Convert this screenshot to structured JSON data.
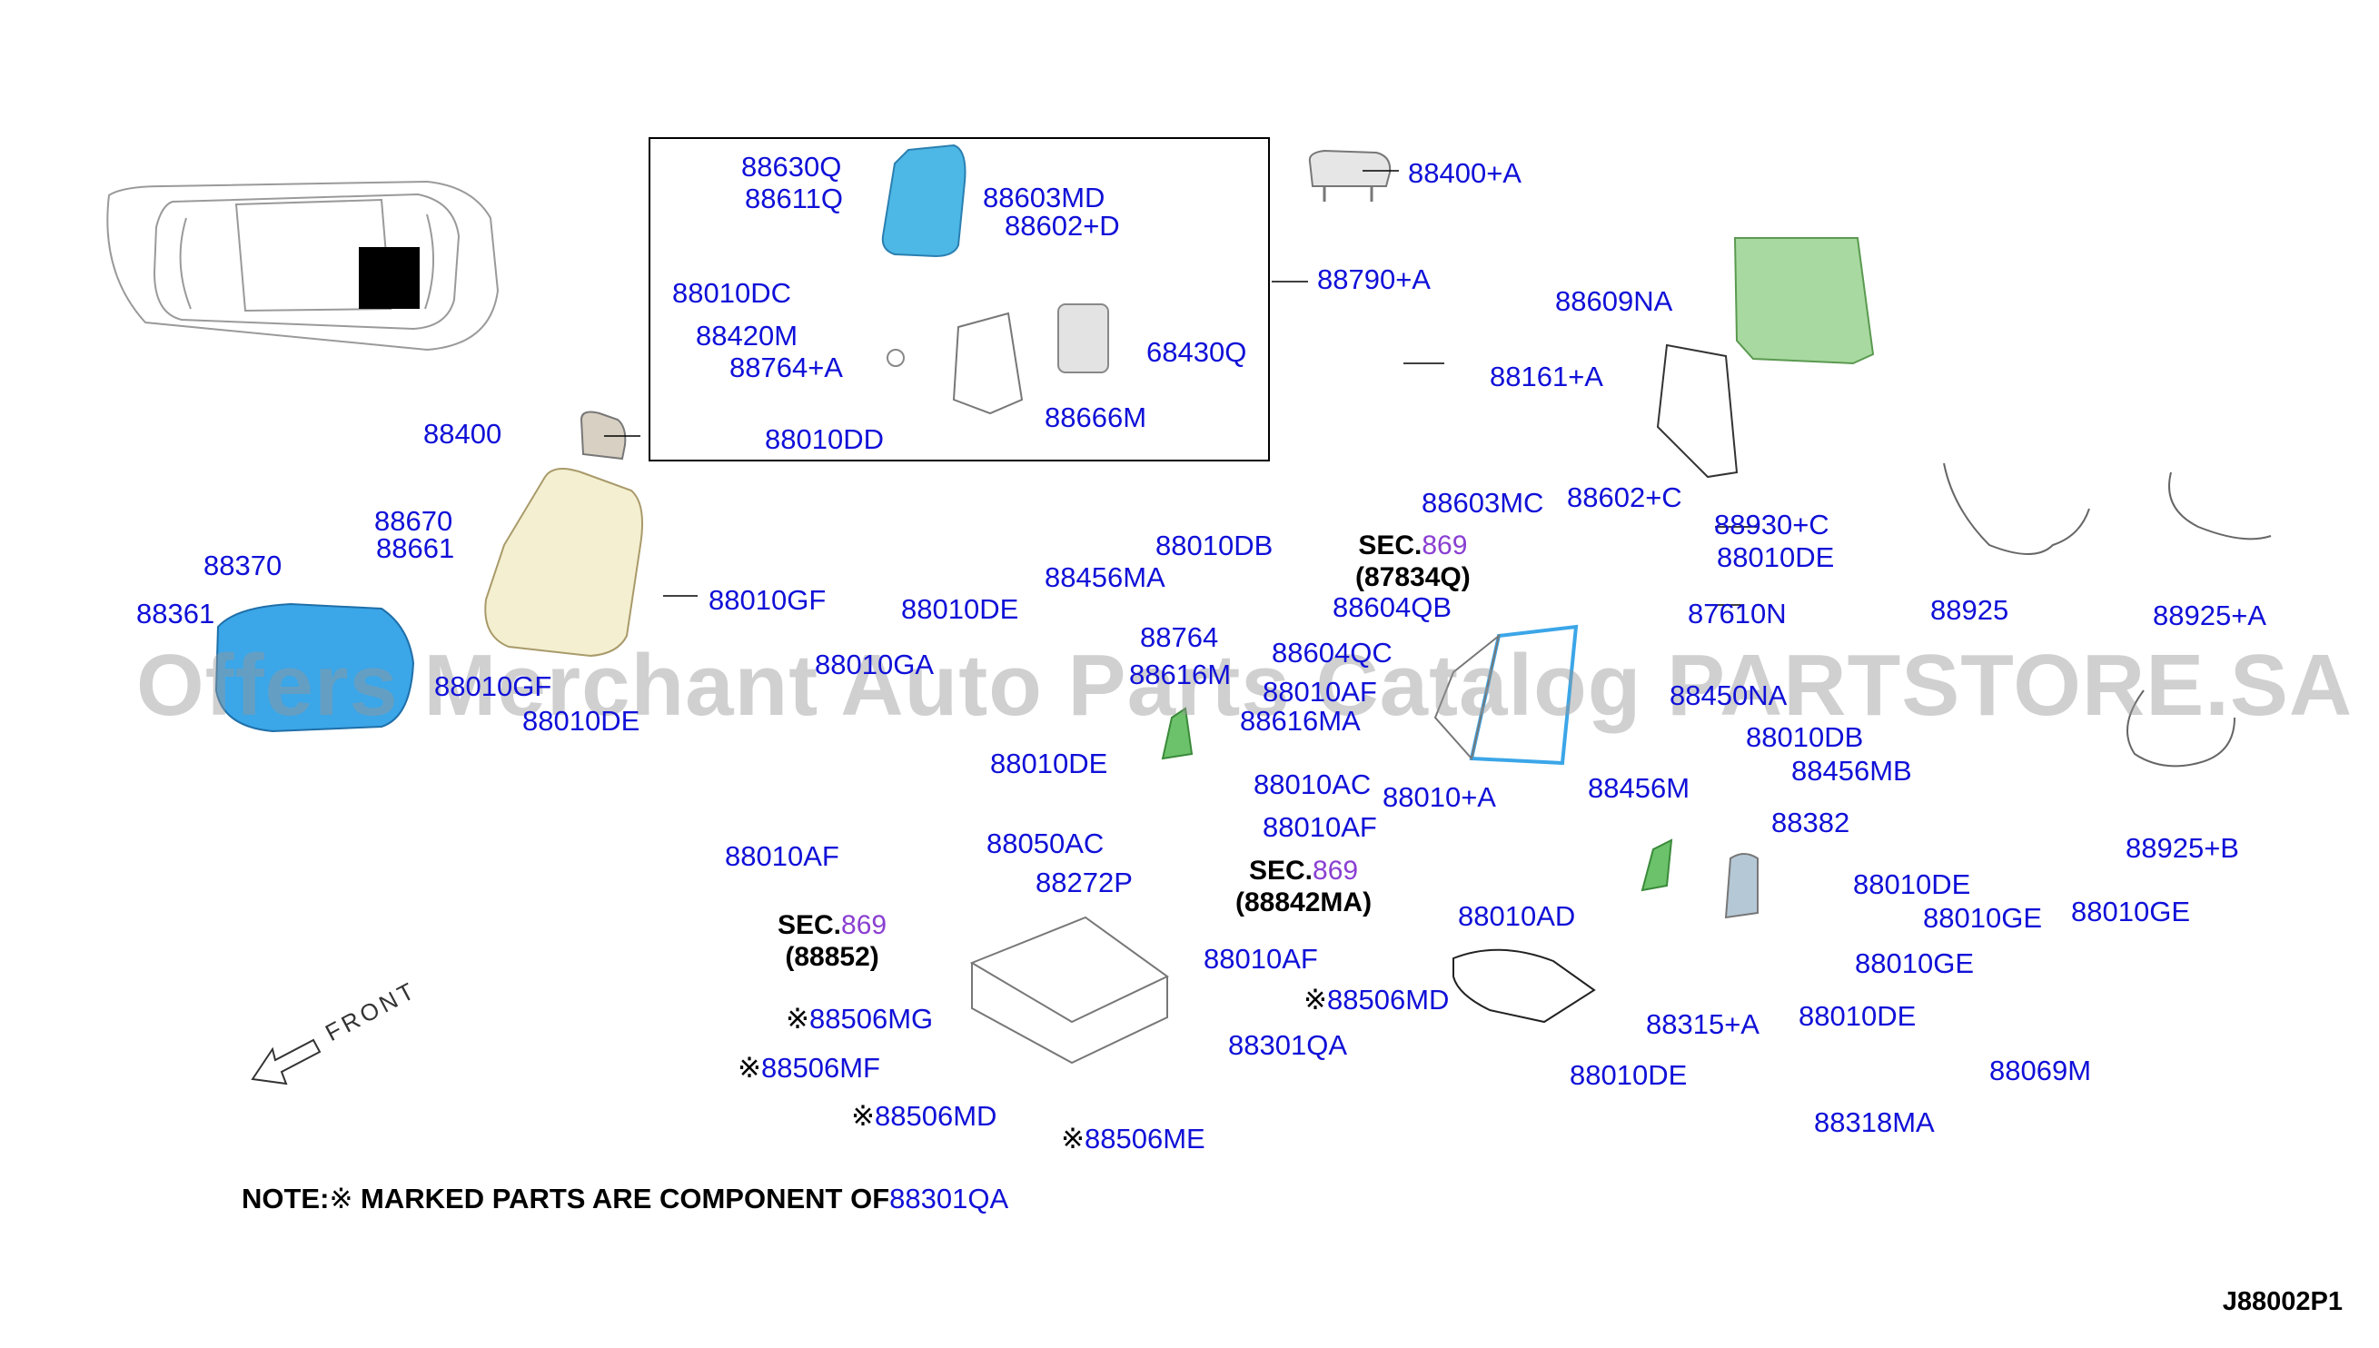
{
  "diagram_code": "J88002P1",
  "watermark": "Offers Merchant Auto Parts Catalog PARTSTORE.SA",
  "front_label": "FRONT",
  "note": {
    "prefix": "NOTE:",
    "mark": "※",
    "text": " MARKED PARTS ARE COMPONENT OF",
    "ref": "88301QA"
  },
  "sections": [
    {
      "prefix": "SEC.",
      "num": "869",
      "ref": "(87834Q)"
    },
    {
      "prefix": "SEC.",
      "num": "869",
      "ref": "(88842MA)"
    },
    {
      "prefix": "SEC.",
      "num": "869",
      "ref": "(88852)"
    }
  ],
  "labels": [
    "88630Q",
    "88611Q",
    "88603MD",
    "88602+D",
    "88010DC",
    "88420M",
    "88764+A",
    "68430Q",
    "88666M",
    "88010DD",
    "88790+A",
    "88400+A",
    "88609NA",
    "88161+A",
    "88400",
    "88670",
    "88661",
    "88370",
    "88361",
    "88010GF",
    "88010DB",
    "88456MA",
    "88010DE",
    "88764",
    "88010GA",
    "88616M",
    "88010DE",
    "88010AF",
    "88616MA",
    "88010DE",
    "88604QC",
    "88604QB",
    "88603MC",
    "88602+C",
    "88930+C",
    "88010DE",
    "87610N",
    "88450NA",
    "88010AC",
    "88010+A",
    "88010DB",
    "88456MB",
    "88456M",
    "88382",
    "88010AD",
    "88010DE",
    "88010AF",
    "88050AC",
    "88010AF",
    "88272P",
    "88010AF",
    "88506MD",
    "88506MG",
    "88301QA",
    "88506MF",
    "88506MD",
    "88506ME",
    "88925",
    "88925+A",
    "88925+B",
    "88010GE",
    "88010GE",
    "88010GE",
    "88010DE",
    "88069M",
    "88315+A",
    "88010DE",
    "88318MA",
    "88010GF"
  ],
  "colors": {
    "label": "#1010d8",
    "section_num": "#8a3fd1",
    "cushion": "#3ba6e8",
    "seat_back": "#f3efd0",
    "headrest": "#d8d0c2",
    "board": "#a8d9a0",
    "bracket": "#6cc26b"
  }
}
